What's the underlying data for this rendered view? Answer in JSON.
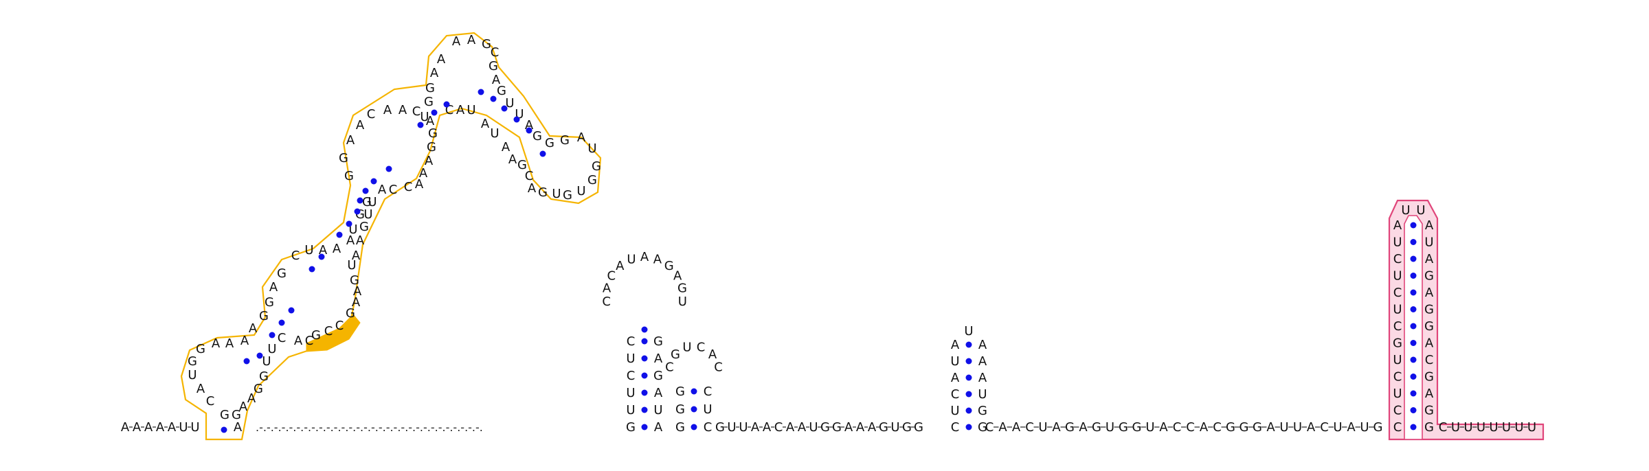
{
  "sequence_5prime": "AAAAAUU",
  "linker_dots": ".-.-.-.-.-.-.-.-.-.-.-.-.-.-.-.-.-.-.-.-.-.-.-.-.-.-.-.-.-.-.",
  "tail_mid": "GUUAACAAUGGAAAGUGG",
  "tail_right": "CAACUAGAGUGGUACCACGGGAUUACUAUG",
  "tail_3prime": "CUUUUUUU",
  "colors": {
    "base_pair_dot": "#1010e8",
    "orange_outline": "#f5b400",
    "orange_highlight": "#f5b400",
    "pink_outline": "#e0457a",
    "pink_fill": "#fbd9e4"
  }
}
